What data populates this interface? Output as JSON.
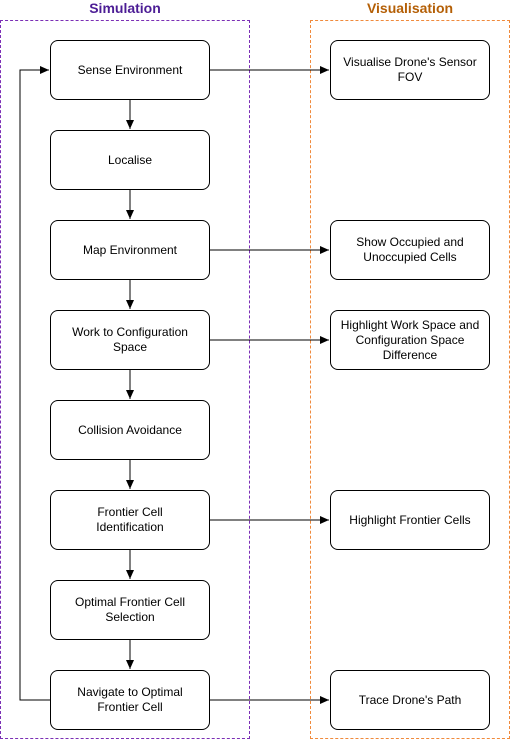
{
  "lanes": {
    "simulation": "Simulation",
    "visualisation": "Visualisation"
  },
  "colors": {
    "simulation_lane": "#7b2fb5",
    "simulation_title": "#4c1d95",
    "visualisation_lane": "#f08a3c",
    "visualisation_title": "#b45f06"
  },
  "simulation_steps": [
    "Sense Environment",
    "Localise",
    "Map Environment",
    "Work to Configuration\nSpace",
    "Collision Avoidance",
    "Frontier Cell\nIdentification",
    "Optimal Frontier Cell\nSelection",
    "Navigate to Optimal\nFrontier Cell"
  ],
  "visualisation_steps": [
    "Visualise Drone's Sensor\nFOV",
    "Show Occupied and\nUnoccupied Cells",
    "Highlight Work Space and\nConfiguration Space\nDifference",
    "Highlight Frontier Cells",
    "Trace Drone's Path"
  ]
}
